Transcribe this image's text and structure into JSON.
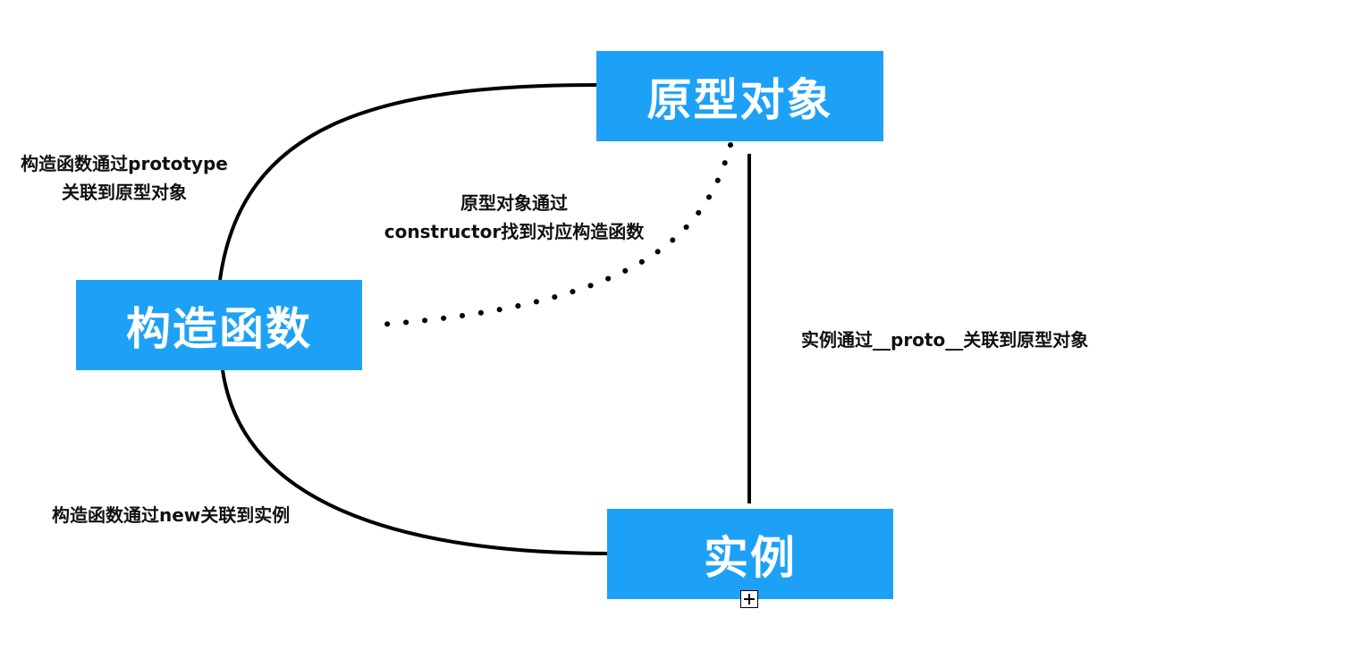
{
  "nodes": {
    "prototype": "原型对象",
    "constructor": "构造函数",
    "instance": "实例"
  },
  "labels": {
    "prototype_link_line1": "构造函数通过prototype",
    "prototype_link_line2": "关联到原型对象",
    "constructor_link_line1": "原型对象通过",
    "constructor_link_line2": "constructor找到对应构造函数",
    "proto_link": "实例通过__proto__关联到原型对象",
    "new_link": "构造函数通过new关联到实例"
  },
  "colors": {
    "node_fill": "#1da1f7",
    "node_text": "#ffffff",
    "edge": "#000000"
  }
}
